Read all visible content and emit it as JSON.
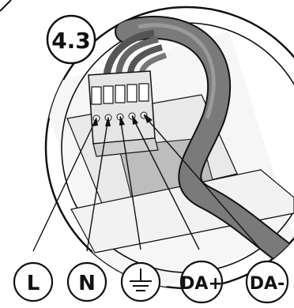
{
  "step_label": "4.3",
  "terminals": [
    {
      "id": "L",
      "label": "L",
      "icon": ""
    },
    {
      "id": "N",
      "label": "N",
      "icon": ""
    },
    {
      "id": "PE",
      "label": "",
      "icon": "ground-icon"
    },
    {
      "id": "DA+",
      "label": "DA+",
      "icon": ""
    },
    {
      "id": "DA-",
      "label": "DA-",
      "icon": ""
    }
  ],
  "colors": {
    "stroke": "#111111",
    "cable": "#7a7a7a",
    "cable_dark": "#555555",
    "wall": "#f4f4f4",
    "gray": "#bdbdbd"
  }
}
